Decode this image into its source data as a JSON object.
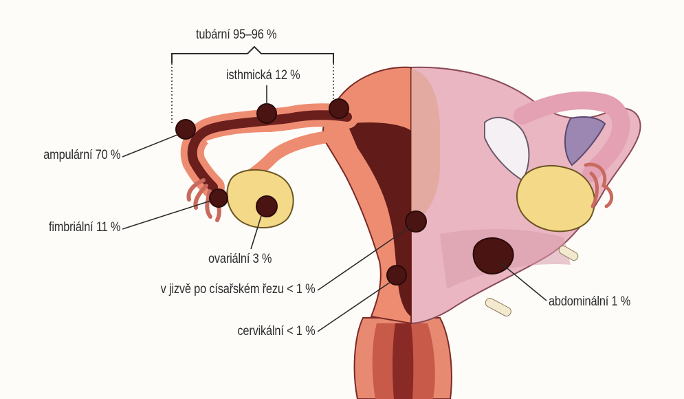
{
  "colors": {
    "background": "#fdfcf9",
    "tube_outer": "#f09a86",
    "tube_lumen": "#6a1f1c",
    "uterus_cut": "#e8866e",
    "uterus_cavity": "#5e1a18",
    "uterus_wall_back": "#e7b4be",
    "ovary": "#f3d98a",
    "implant": "#4a1412",
    "leader_line": "#2b2b2b"
  },
  "labels": {
    "tubal": "tubární 95–96 %",
    "isthmic": "isthmická 12 %",
    "ampullary": "ampulární 70 %",
    "fimbrial": "fimbriální 11 %",
    "ovarian": "ovariální 3 %",
    "cesarean_scar": "v jizvě po císařském řezu < 1 %",
    "cervical": "cervikální < 1 %",
    "abdominal": "abdominální 1 %"
  }
}
